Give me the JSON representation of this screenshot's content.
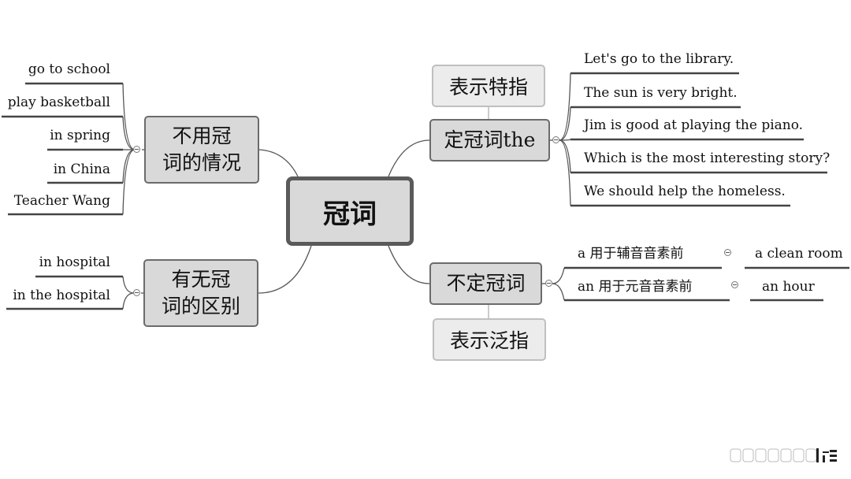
{
  "root": {
    "label": "冠词"
  },
  "branches": {
    "no_article": {
      "label_line1": "不用冠",
      "label_line2": "词的情况",
      "items": [
        "go to school",
        "play basketball",
        "in spring",
        "in China",
        "Teacher Wang"
      ]
    },
    "with_without": {
      "label_line1": "有无冠",
      "label_line2": "词的区别",
      "items": [
        "in hospital",
        "in the hospital"
      ]
    },
    "definite": {
      "label": "定冠词the",
      "callout": "表示特指",
      "items": [
        "Let's go to the library.",
        "The sun is very bright.",
        "Jim is good at playing the piano.",
        "Which is the most interesting story?",
        "We should help the homeless."
      ]
    },
    "indefinite": {
      "label": "不定冠词",
      "callout": "表示泛指",
      "items": [
        {
          "rule": "a 用于辅音音素前",
          "example": "a clean room"
        },
        {
          "rule": "an 用于元音音素前",
          "example": "an hour"
        }
      ]
    }
  }
}
